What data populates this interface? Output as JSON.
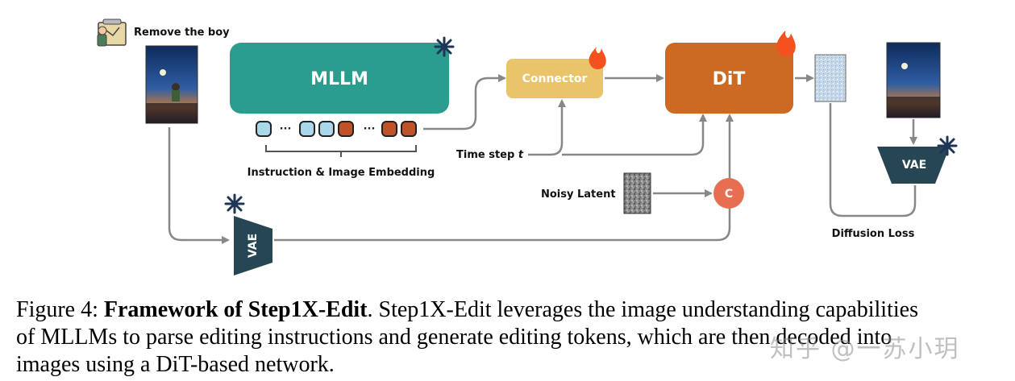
{
  "instruction": {
    "text": "Remove the boy"
  },
  "mllm": {
    "label": "MLLM",
    "color": "#2a9d8f"
  },
  "connector": {
    "label": "Connector",
    "color": "#e9c46a"
  },
  "dit": {
    "label": "DiT",
    "color": "#cc6a23"
  },
  "vae_top": {
    "label": "VAE",
    "color": "#264653"
  },
  "vae_bottom": {
    "label": "VAE",
    "color": "#264653"
  },
  "embedding": {
    "label": "Instruction & Image Embedding",
    "ellipsis_1": "···",
    "ellipsis_2": "···"
  },
  "timestep": {
    "label": "Time step",
    "symbol": "t"
  },
  "noisy_latent": {
    "label": "Noisy Latent"
  },
  "concat": {
    "label": "C",
    "color": "#e76f51"
  },
  "diffusion_loss": {
    "label": "Diffusion Loss"
  },
  "caption": {
    "figure_label": "Figure 4: ",
    "title": "Framework of Step1X-Edit",
    "text_line1": ". Step1X-Edit leverages the image understanding capabilities",
    "text_line2": "of MLLMs to parse editing instructions and generate editing tokens, which are then decoded into",
    "text_line3": "images using a DiT-based network."
  },
  "watermark": {
    "text": "知乎 @一苏小玥"
  },
  "colors": {
    "token_blue": "#a8d8ea",
    "token_orange": "#c0522a",
    "arrow": "#888888",
    "frozen": "#1d3557",
    "fire": "#f4511e"
  }
}
